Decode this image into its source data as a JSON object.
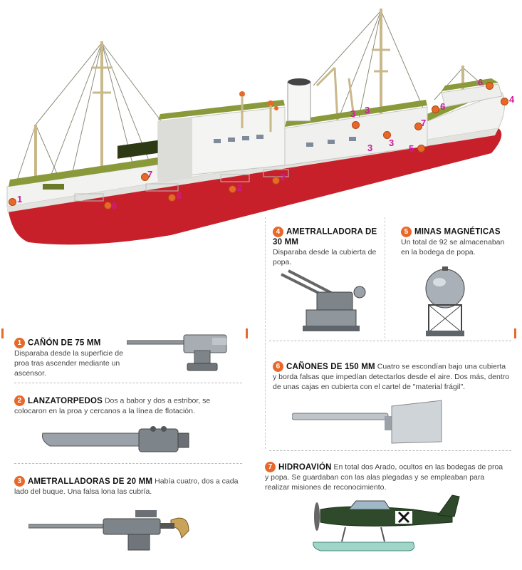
{
  "markers": [
    {
      "n": "1"
    },
    {
      "n": "6"
    },
    {
      "n": "7"
    },
    {
      "n": "6"
    },
    {
      "n": "2"
    },
    {
      "n": "2"
    },
    {
      "n": "3"
    },
    {
      "n": "3"
    },
    {
      "n": "3"
    },
    {
      "n": "3"
    },
    {
      "n": "5"
    },
    {
      "n": "7"
    },
    {
      "n": "6"
    },
    {
      "n": "6"
    },
    {
      "n": "4"
    }
  ],
  "items": [
    {
      "num": "1",
      "title": "CAÑÓN DE 75 MM",
      "desc": "Disparaba desde la superficie de proa tras ascender mediante un ascensor."
    },
    {
      "num": "2",
      "title": "LANZATORPEDOS",
      "desc": "Dos a babor y dos a estribor, se colocaron en la proa y cercanos a la línea de flotación."
    },
    {
      "num": "3",
      "title": "AMETRALLADORAS DE 20 MM",
      "desc": "Había cuatro, dos a cada lado del buque. Una falsa lona las cubría."
    },
    {
      "num": "4",
      "title": "AMETRALLADORA DE 30 MM",
      "desc": "Disparaba desde la cubierta de popa."
    },
    {
      "num": "5",
      "title": "MINAS MAGNÉTICAS",
      "desc": "Un total de 92 se almacenaban en la bodega de popa."
    },
    {
      "num": "6",
      "title": "CAÑONES DE 150 MM",
      "desc": "Cuatro se escondían bajo una cubierta y borda falsas que impedían detectarlos desde el aire. Dos más, dentro de unas cajas en cubierta con el cartel de \"material frágil\"."
    },
    {
      "num": "7",
      "title": "HIDROAVIÓN",
      "desc": "En total dos Arado, ocultos en las bodegas de proa y popa. Se guardaban con las alas plegadas y se empleaban para realizar misiones de reconocimiento."
    }
  ],
  "colors": {
    "accent": "#e8682a",
    "marker": "#d0189f",
    "hull_red": "#c8202a",
    "deck_green": "#8a9a3a"
  }
}
